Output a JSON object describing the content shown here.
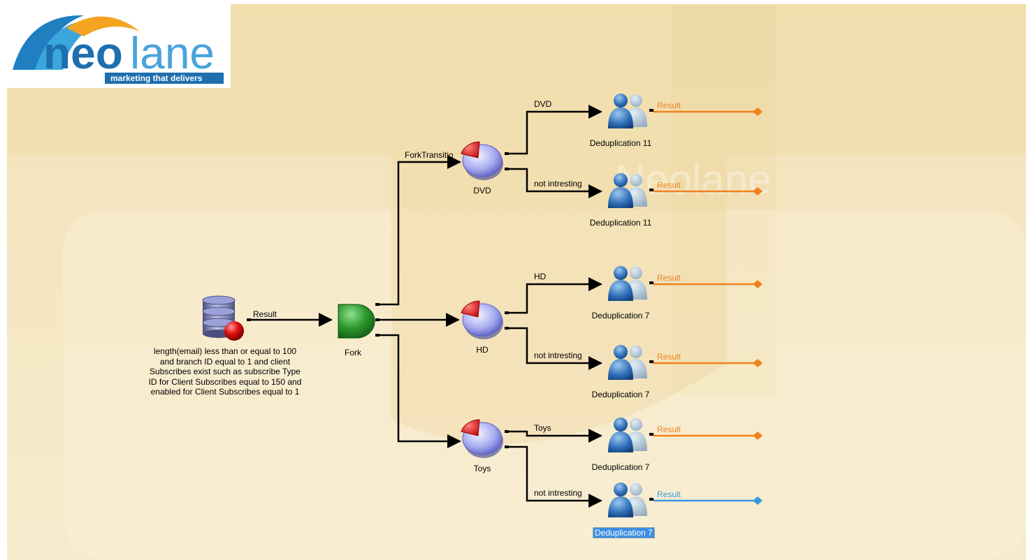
{
  "logo": {
    "brand_neo": "neo",
    "brand_lane": "lane",
    "tagline": "marketing that delivers"
  },
  "watermark": "Neolane",
  "query": {
    "text": "length(email) less than or equal to 100 and branch ID equal to 1 and client Subscribes exist such as subscribe Type ID for Client Subscribes equal to 150 and enabled for Client Subscribes equal to 1",
    "out_label": "Result"
  },
  "fork": {
    "label": "Fork",
    "transition": "ForkTransitio"
  },
  "splits": [
    {
      "label": "DVD",
      "branches": [
        {
          "label": "DVD",
          "dedup": "Deduplication 11",
          "result": "Result"
        },
        {
          "label": "not intresting",
          "dedup": "Deduplication 11",
          "result": "Result"
        }
      ]
    },
    {
      "label": "HD",
      "branches": [
        {
          "label": "HD",
          "dedup": "Deduplication 7",
          "result": "Result"
        },
        {
          "label": "not intresting",
          "dedup": "Deduplication 7",
          "result": "Result"
        }
      ]
    },
    {
      "label": "Toys",
      "branches": [
        {
          "label": "Toys",
          "dedup": "Deduplication 7",
          "result": "Result"
        },
        {
          "label": "not intresting",
          "dedup": "Deduplication 7",
          "result": "Result",
          "selected": true
        }
      ]
    }
  ],
  "colors": {
    "background": "#f5e7c4",
    "band": "#f0dca8",
    "result_line": "#f0821e",
    "result_line_selected": "#3a98e0",
    "fork_green": "#2f8f2f",
    "selection": "#3c8ee3"
  }
}
